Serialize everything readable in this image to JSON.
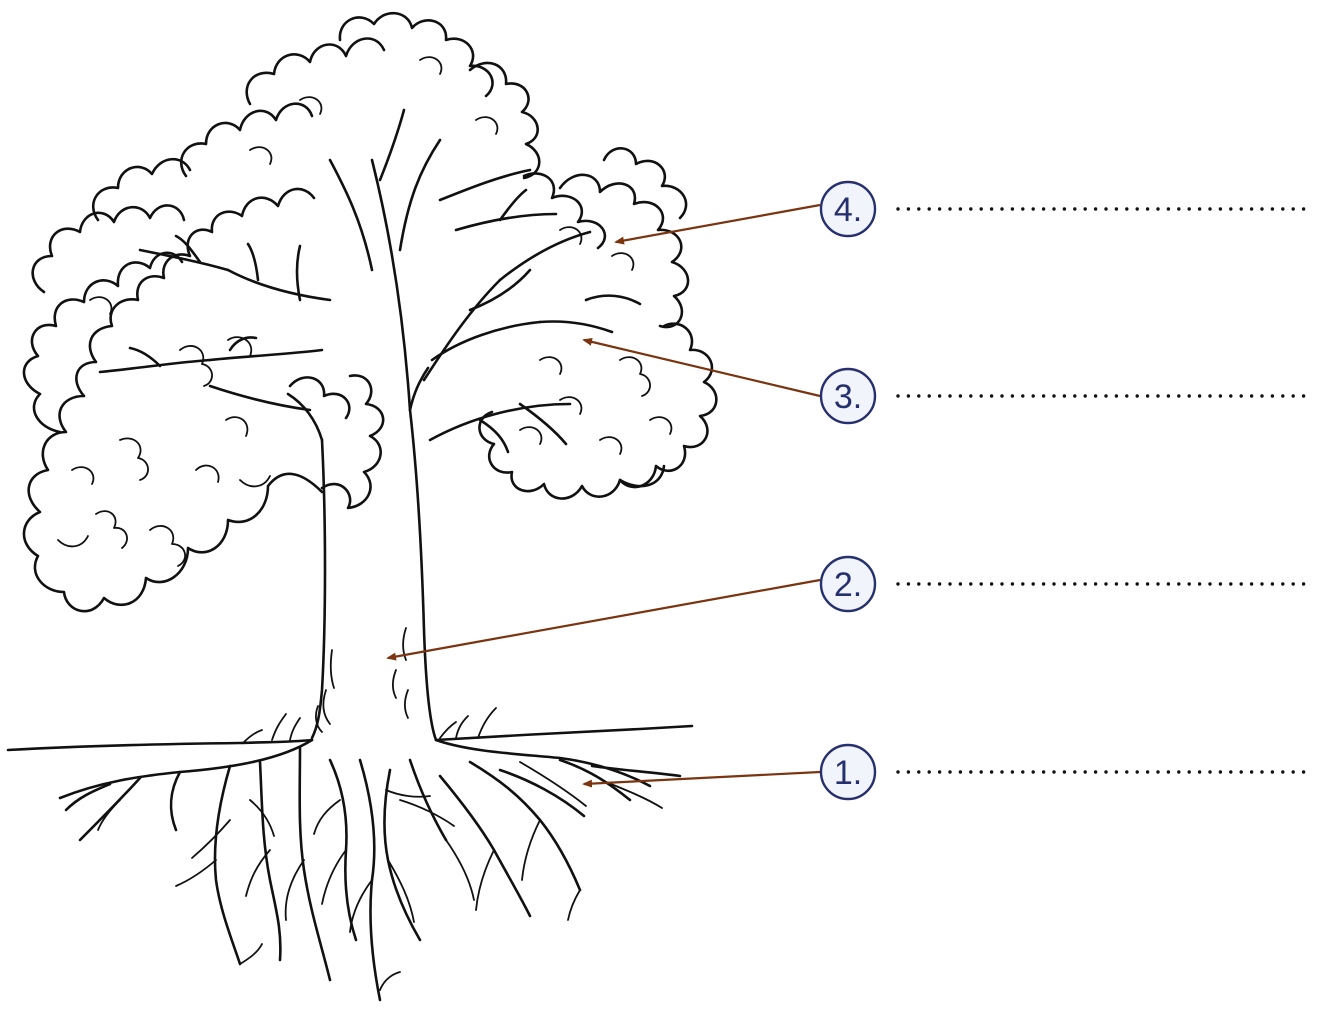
{
  "colors": {
    "leader": "#7a3410",
    "badge_fill": "#f1f4fa",
    "badge_border": "#27306e",
    "badge_text": "#27306e",
    "answer_dots": "#111111",
    "drawing": "#111111"
  },
  "illustration": {
    "icon": "tree-with-roots-drawing"
  },
  "labels": [
    {
      "number": "4.",
      "answer": ""
    },
    {
      "number": "3.",
      "answer": ""
    },
    {
      "number": "2.",
      "answer": ""
    },
    {
      "number": "1.",
      "answer": ""
    }
  ]
}
